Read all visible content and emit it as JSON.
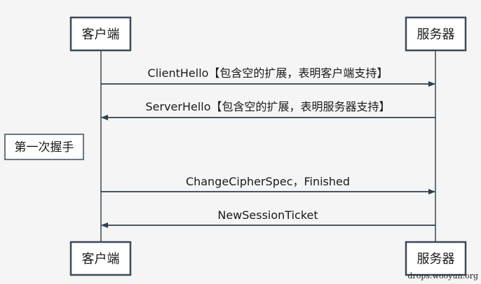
{
  "actors": {
    "left": "客户端",
    "right": "服务器"
  },
  "messages": [
    {
      "label": "ClientHello【包含空的扩展，表明客户端支持】",
      "direction": "right"
    },
    {
      "label": "ServerHello【包含空的扩展，表明服务器支持】",
      "direction": "left"
    },
    {
      "label": "ChangeCipherSpec，Finished",
      "direction": "right"
    },
    {
      "label": "NewSessionTicket",
      "direction": "left"
    }
  ],
  "note": "第一次握手",
  "watermark": "drops.wooyun.org",
  "colors": {
    "background": "#f5f5f5",
    "box_fill": "#ffffff",
    "stroke": "#3a4a57"
  }
}
